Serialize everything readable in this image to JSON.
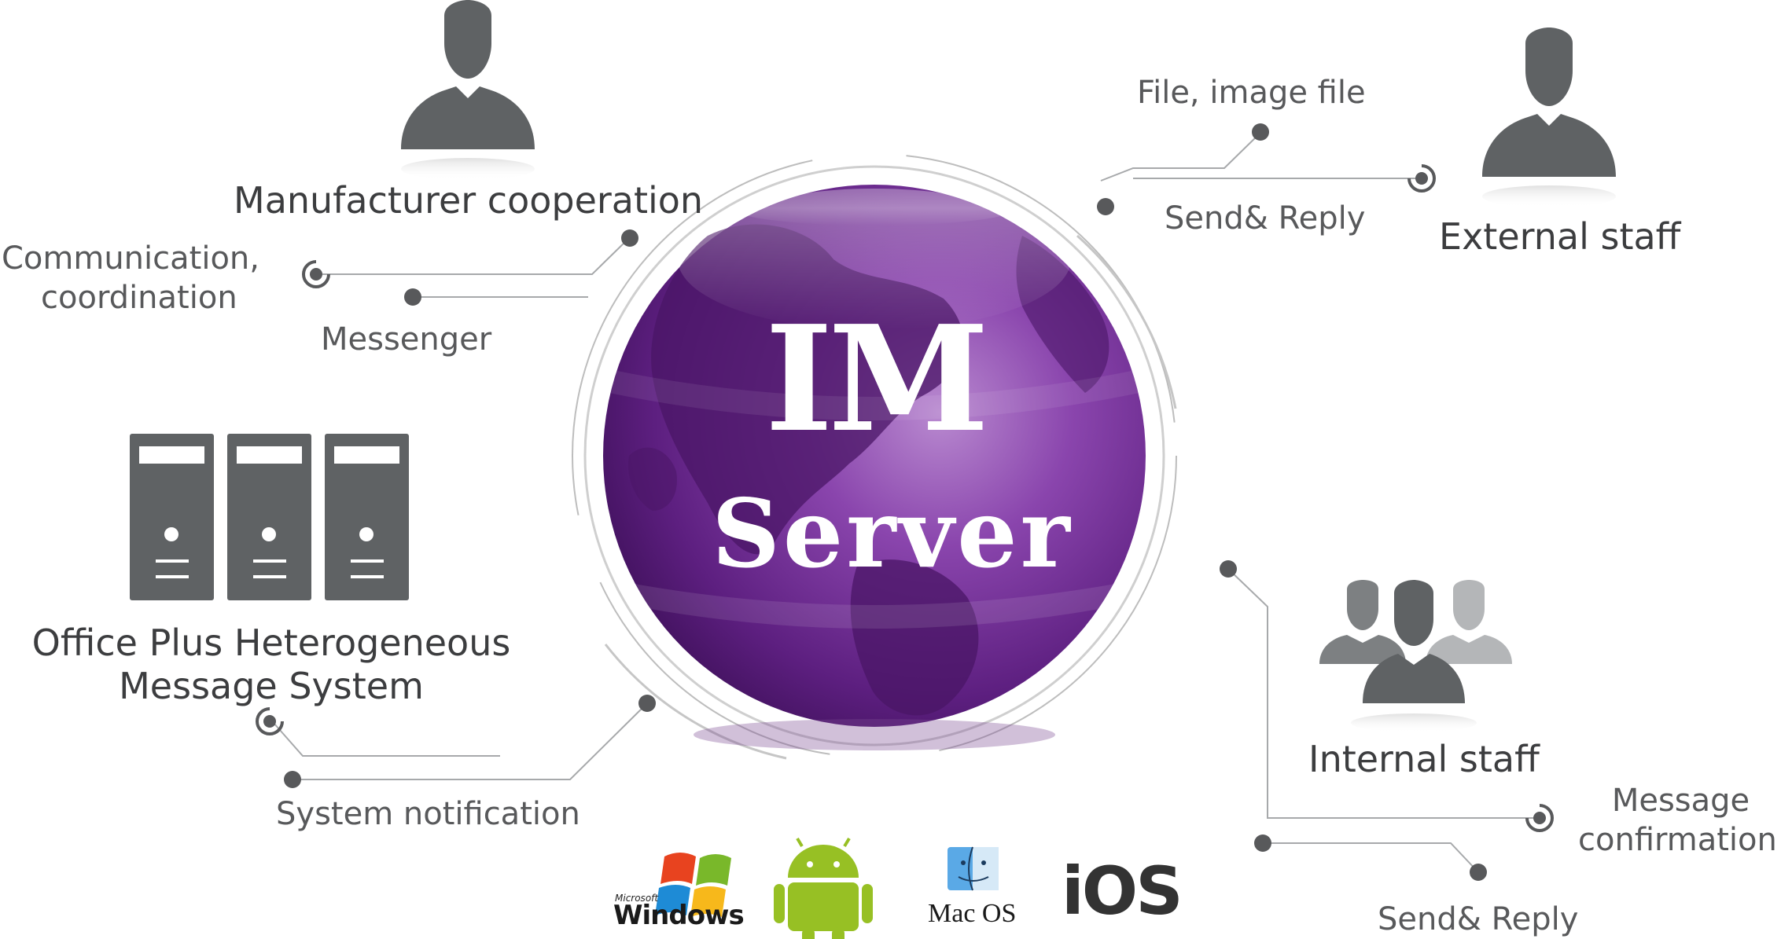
{
  "colors": {
    "label": "#58595b",
    "icon": "#5f6264",
    "icon_light": "#9fa1a3",
    "globe_purple": "#6a2a8c",
    "ring": "#c8c8c8"
  },
  "center": {
    "line1": "IM",
    "line2": "Server"
  },
  "groups": {
    "manufacturer": {
      "title": "Manufacturer cooperation",
      "sub1_line1": "Communication,",
      "sub1_line2": "coordination",
      "sub2": "Messenger",
      "icon": "person-icon"
    },
    "external": {
      "title": "External staff",
      "sub1": "File, image file",
      "sub2": "Send& Reply",
      "icon": "person-icon"
    },
    "office": {
      "title_line1": "Office Plus Heterogeneous",
      "title_line2": "Message System",
      "sub1": "System notification",
      "icon": "server-icon"
    },
    "internal": {
      "title": "Internal staff",
      "sub1_line1": "Message",
      "sub1_line2": "confirmation",
      "sub2": "Send& Reply",
      "icon": "group-icon"
    }
  },
  "platforms": {
    "windows_small": "Microsoft",
    "windows": "Windows",
    "android": "android-icon",
    "macos": "Mac OS",
    "ios": "iOS"
  }
}
